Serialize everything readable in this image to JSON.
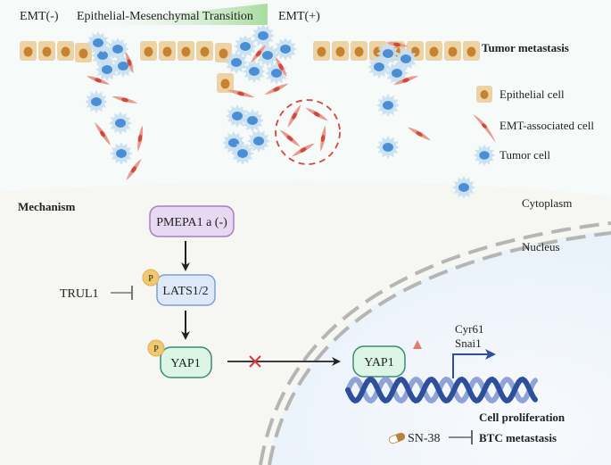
{
  "header": {
    "emt_neg": "EMT(-)",
    "transition": "Epithelial-Mesenchymal Transition",
    "emt_pos": "EMT(+)"
  },
  "tumor_metastasis_label": "Tumor metastasis",
  "legend": {
    "items": [
      {
        "icon": "epithelial-cell-icon",
        "label": "Epithelial cell"
      },
      {
        "icon": "emt-cell-icon",
        "label": "EMT-associated cell"
      },
      {
        "icon": "tumor-cell-icon",
        "label": "Tumor cell"
      }
    ]
  },
  "mechanism": {
    "title": "Mechanism",
    "cytoplasm": "Cytoplasm",
    "nucleus": "Nucleus",
    "nodes": {
      "pmepa1": "PMEPA1 a (-)",
      "lats": "LATS1/2",
      "yap1_cyto": "YAP1",
      "yap1_nuc": "YAP1",
      "trul1": "TRUL1",
      "phospho": "P"
    },
    "targets": [
      "Cyr61",
      "Snai1"
    ],
    "cell_proliferation": "Cell proliferation",
    "drug": "SN-38",
    "btc_metastasis": "BTC metastasis"
  },
  "colors": {
    "epithelial_fill": "#ecd3a6",
    "epithelial_nucleus": "#c8812e",
    "emt_cell": "#e89a8f",
    "emt_nucleus": "#d2483a",
    "tumor_halo": "#c9dff0",
    "tumor_nucleus": "#4a8fd6",
    "pmepa1_fill": "#e8d9f2",
    "pmepa1_stroke": "#a77ec3",
    "lats_fill": "#dde8f8",
    "lats_stroke": "#7f9fd0",
    "yap_fill": "#dcf5e4",
    "yap_stroke": "#3c8c76",
    "phospho_fill": "#f0c870",
    "dna_dark": "#2e4f9c",
    "dna_light": "#8fa3d6",
    "membrane": "#b5b5b5",
    "block_x": "#d93a3a",
    "up_arrow": "#e37a6a"
  }
}
